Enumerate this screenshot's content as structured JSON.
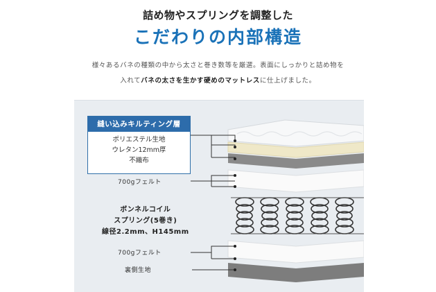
{
  "header": {
    "subtitle": "詰め物やスプリングを調整した",
    "title": "こだわりの内部構造"
  },
  "description": {
    "line1": "様々あるバネの種類の中から太さと巻き数等を厳選。表面にしっかりと詰め物を",
    "line2_before": "入れて",
    "line2_bold": "バネの太さを生かす硬めのマットレス",
    "line2_after": "に仕上げました。"
  },
  "layers": {
    "quilting_header": "縫い込みキルティング層",
    "quilting_items": [
      "ポリエステル生地",
      "ウレタン12mm厚",
      "不織布"
    ],
    "felt_top": "700gフェルト",
    "coil_line1": "ボンネルコイル",
    "coil_line2": "スプリング(5巻き)",
    "coil_line3": "線径2.2mm、H145mm",
    "felt_bottom": "700gフェルト",
    "back_fabric": "裏側生地"
  },
  "colors": {
    "accent": "#1a72b8",
    "box_header": "#2d6cab",
    "panel": "#e9edf1",
    "cream": "#efe8c8",
    "gray": "#8a8a8a"
  }
}
